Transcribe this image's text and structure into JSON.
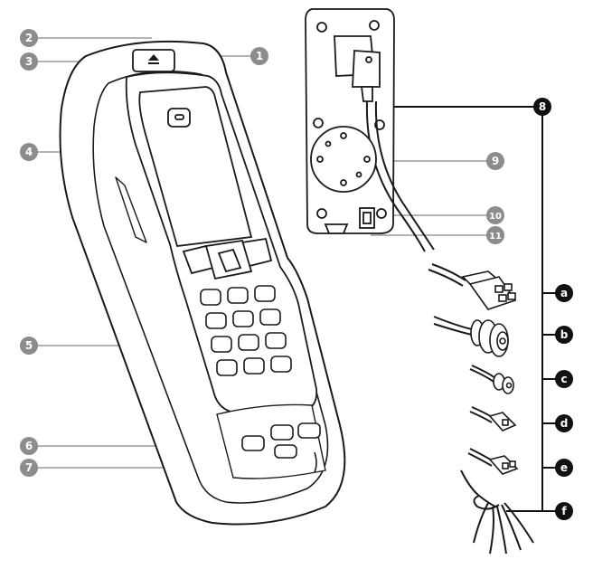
{
  "callouts": {
    "grey": [
      "1",
      "2",
      "3",
      "4",
      "5",
      "6",
      "7",
      "9",
      "10",
      "11"
    ],
    "black": [
      "8",
      "a",
      "b",
      "c",
      "d",
      "e",
      "f"
    ]
  },
  "colors": {
    "grey_badge": "#8c8c8c",
    "black_badge": "#111111",
    "line_grey": "#9a9a9a",
    "outline": "#1a1a1a"
  },
  "icons": {
    "eject": "eject-icon"
  }
}
